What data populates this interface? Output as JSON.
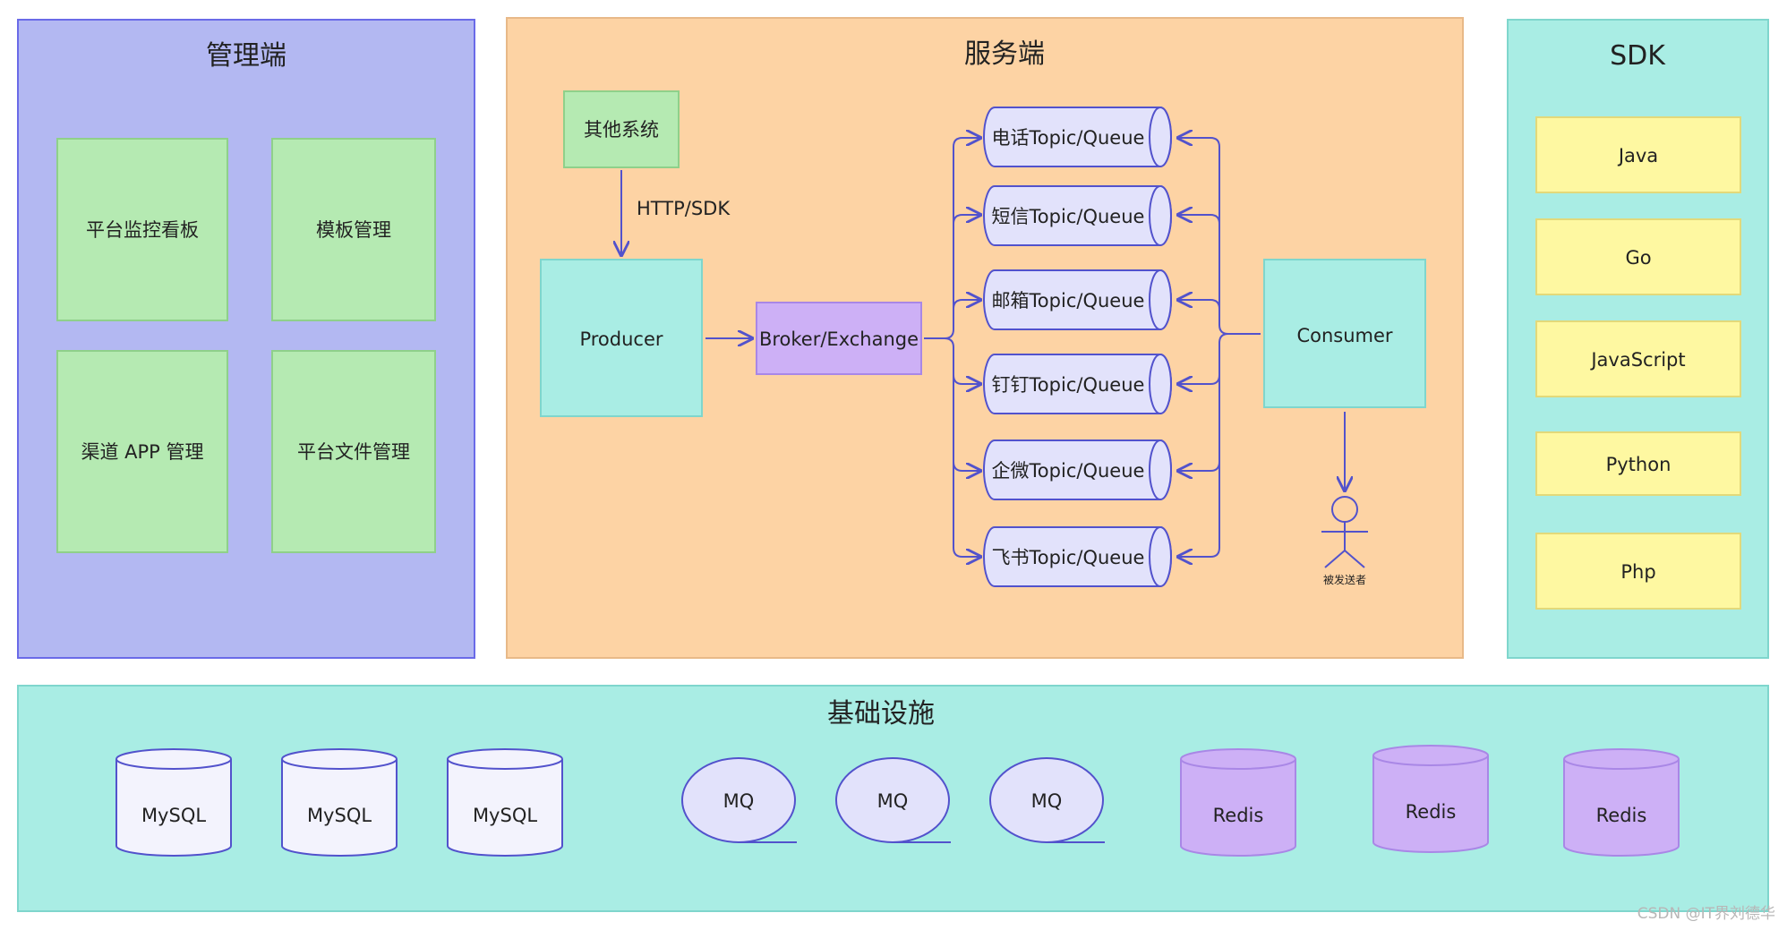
{
  "colors": {
    "admin_panel": "#b3b8f2",
    "server_panel": "#fdd3a4",
    "sdk_panel": "#a9ede4",
    "infra_panel": "#a9ede4",
    "green_box": "#b5eab2",
    "teal_box": "#a9ede4",
    "purple_box": "#cdb0f6",
    "queue_fill": "#e2e2fb",
    "yellow_box": "#fef8a1",
    "redis_fill": "#cdb0f6",
    "mysql_fill": "#f3f3fd",
    "mq_fill": "#e2e2fb",
    "arrow": "#5252cc"
  },
  "admin": {
    "title": "管理端",
    "items": [
      "平台监控看板",
      "模板管理",
      "渠道 APP 管理",
      "平台文件管理"
    ]
  },
  "server": {
    "title": "服务端",
    "other_system": "其他系统",
    "http_sdk_label": "HTTP/SDK",
    "producer": "Producer",
    "broker": "Broker/Exchange",
    "queues": [
      "电话Topic/Queue",
      "短信Topic/Queue",
      "邮箱Topic/Queue",
      "钉钉Topic/Queue",
      "企微Topic/Queue",
      "飞书Topic/Queue"
    ],
    "consumer": "Consumer",
    "recipient_label": "被发送者",
    "recipient_icon": "person-icon"
  },
  "sdk": {
    "title": "SDK",
    "languages": [
      "Java",
      "Go",
      "JavaScript",
      "Python",
      "Php"
    ]
  },
  "infra": {
    "title": "基础设施",
    "mysql": [
      "MySQL",
      "MySQL",
      "MySQL"
    ],
    "mq": [
      "MQ",
      "MQ",
      "MQ"
    ],
    "redis": [
      "Redis",
      "Redis",
      "Redis"
    ]
  },
  "watermark": "CSDN @IT界刘德华"
}
